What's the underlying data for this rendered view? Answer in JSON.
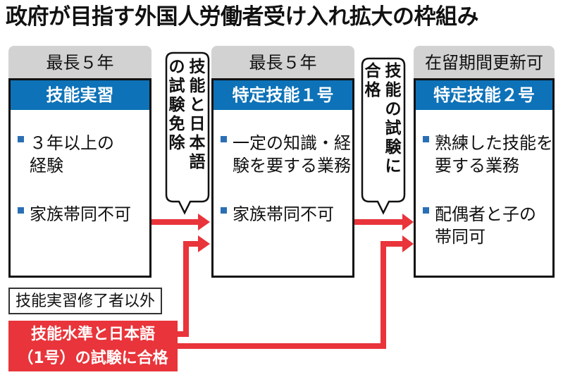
{
  "title": "政府が目指す外国人労働者受け入れ拡大の枠組み",
  "stages": [
    {
      "duration": "最長５年",
      "name": "技能実習",
      "bullets": [
        {
          "line1": "３年以上の",
          "line2": "経験"
        },
        {
          "line1": "家族帯同不可",
          "line2": ""
        }
      ]
    },
    {
      "duration": "最長５年",
      "name": "特定技能１号",
      "bullets": [
        {
          "line1": "一定の知識・経",
          "line2": "験を要する業務"
        },
        {
          "line1": "家族帯同不可",
          "line2": ""
        }
      ]
    },
    {
      "duration": "在留期間更新可",
      "name": "特定技能２号",
      "bullets": [
        {
          "line1": "熟練した技能を",
          "line2": "要する業務"
        },
        {
          "line1": "配偶者と子の",
          "line2": "帯同可"
        }
      ]
    }
  ],
  "transitions": [
    {
      "label": "技能と日本語の試験免除",
      "columns": [
        "技能と日本語",
        "の試験免除"
      ]
    },
    {
      "label": "技能の試験に合格",
      "columns": [
        "技能の試験に",
        "合格"
      ]
    }
  ],
  "other_route": {
    "label": "技能実習修了者以外",
    "condition_line1": "技能水準と日本語",
    "condition_line2": "（1号）の試験に合格"
  },
  "colors": {
    "header_blue": "#0d72b8",
    "arrow_red": "#e8343a",
    "duration_gray": "#d2d2d2"
  }
}
